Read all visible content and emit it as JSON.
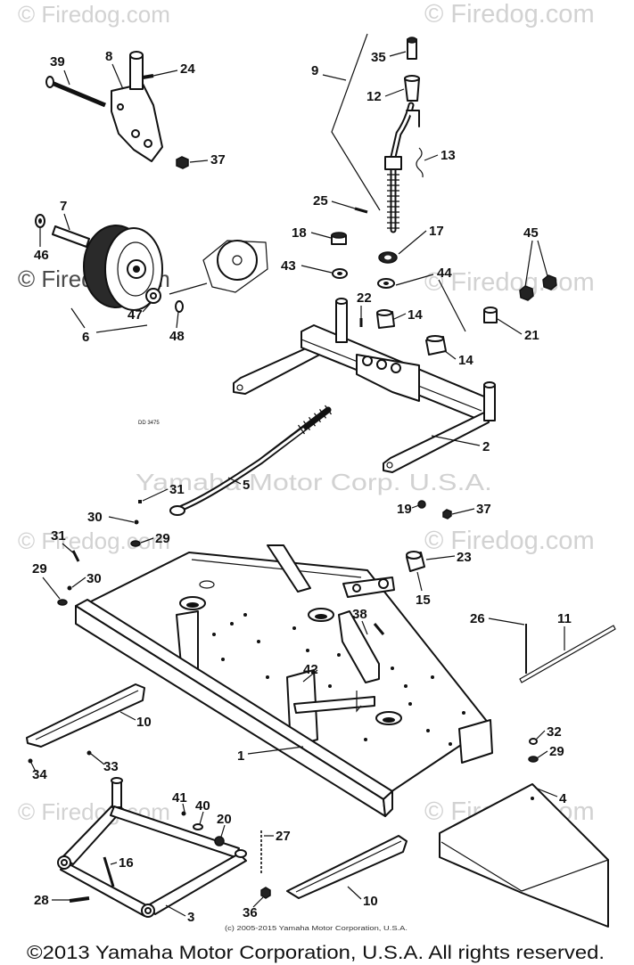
{
  "watermarks": {
    "firedog": "© Firedog.com",
    "yamaha": "Yamaha Motor Corp. U.S.A."
  },
  "diagram_code": "DD 3475",
  "callouts": [
    "39",
    "8",
    "24",
    "37",
    "7",
    "46",
    "47",
    "6",
    "48",
    "9",
    "35",
    "12",
    "13",
    "25",
    "18",
    "17",
    "43",
    "44",
    "45",
    "22",
    "14",
    "14",
    "21",
    "2",
    "5",
    "31",
    "19",
    "37",
    "30",
    "29",
    "31",
    "23",
    "29",
    "30",
    "15",
    "38",
    "26",
    "11",
    "42",
    "10",
    "1",
    "32",
    "29",
    "33",
    "34",
    "4",
    "41",
    "40",
    "20",
    "27",
    "16",
    "28",
    "10",
    "3",
    "36"
  ],
  "footer": {
    "small_copyright": "(c) 2005-2015 Yamaha Motor Corporation, U.S.A.",
    "copyright": "©2013 Yamaha Motor Corporation, U.S.A. All rights reserved."
  }
}
